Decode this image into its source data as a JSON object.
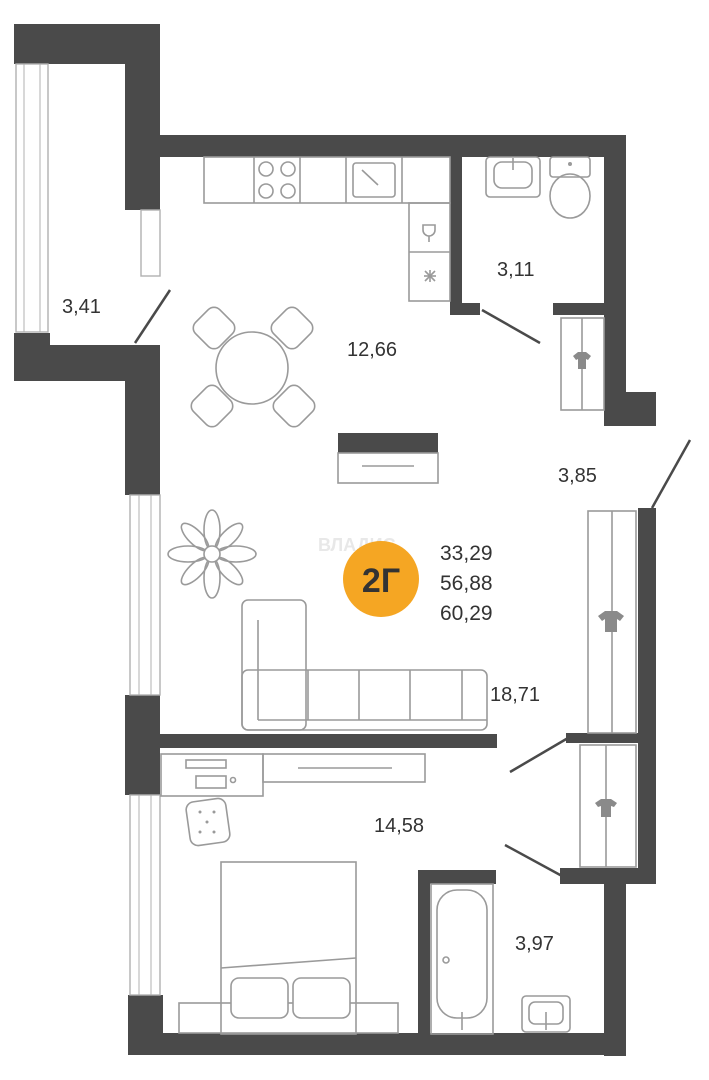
{
  "apartment": {
    "type_label": "2Г",
    "badge_color": "#F5A623",
    "wall_color": "#4a4a4a",
    "areas": {
      "living": "33,29",
      "total": "56,88",
      "total_with_balcony": "60,29"
    }
  },
  "watermark": "ВЛАДИС",
  "rooms": [
    {
      "id": "balcony",
      "area": "3,41"
    },
    {
      "id": "kitchen",
      "area": "12,66"
    },
    {
      "id": "wc",
      "area": "3,11"
    },
    {
      "id": "hall",
      "area": "3,85"
    },
    {
      "id": "living-room",
      "area": "18,71"
    },
    {
      "id": "bedroom",
      "area": "14,58"
    },
    {
      "id": "bathroom",
      "area": "3,97"
    }
  ]
}
